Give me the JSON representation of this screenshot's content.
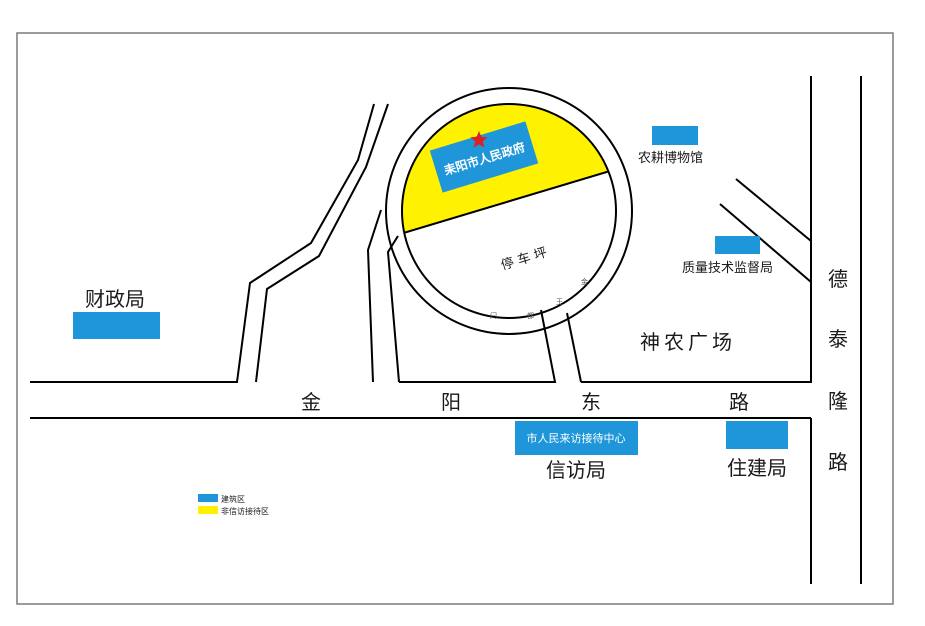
{
  "colors": {
    "building": "#1e96d9",
    "non_reception": "#fff200",
    "road_line": "#000000",
    "star": "#e02020",
    "label_white": "#ffffff",
    "label_dark": "#1a1a1a"
  },
  "icons": {
    "government_marker": "star-icon"
  },
  "map": {
    "government_label": "耒阳市人民政府",
    "parking_label": "停 车 坪",
    "ring_text": [
      "闩",
      "都",
      "王",
      "金"
    ],
    "nonggeng_museum": "农耕博物馆",
    "quality_bureau": "质量技术监督局",
    "finance_bureau": "财政局",
    "shennong_square": "神农广场",
    "jinyang_east_road": [
      "金",
      "阳",
      "东",
      "路"
    ],
    "detai_road": [
      "德",
      "泰",
      "隆",
      "路"
    ],
    "petition_center": "市人民来访接待中心",
    "petition_bureau": "信访局",
    "housing_bureau": "住建局"
  },
  "legend": {
    "items": [
      {
        "label": "建筑区",
        "color_key": "building"
      },
      {
        "label": "非信访接待区",
        "color_key": "non_reception"
      }
    ]
  }
}
